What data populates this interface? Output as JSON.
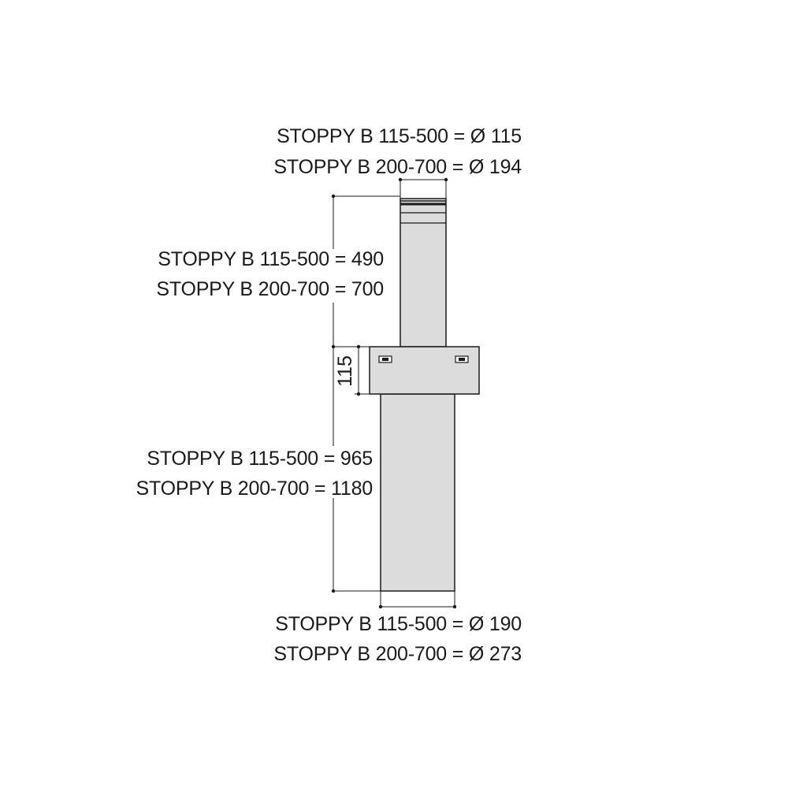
{
  "colors": {
    "fill": "#dcdcdc",
    "stroke": "#1a1a1a",
    "background": "#ffffff"
  },
  "labels": {
    "top_diameter_1": "STOPPY B 115-500 = Ø 115",
    "top_diameter_2": "STOPPY B 200-700 = Ø 194",
    "upper_height_1": "STOPPY B 115-500 = 490",
    "upper_height_2": "STOPPY B 200-700 = 700",
    "flange_height": "115",
    "lower_height_1": "STOPPY B 115-500 = 965",
    "lower_height_2": "STOPPY B 200-700 = 1180",
    "bottom_diameter_1": "STOPPY B 115-500 = Ø 190",
    "bottom_diameter_2": "STOPPY B 200-700 = Ø 273"
  }
}
